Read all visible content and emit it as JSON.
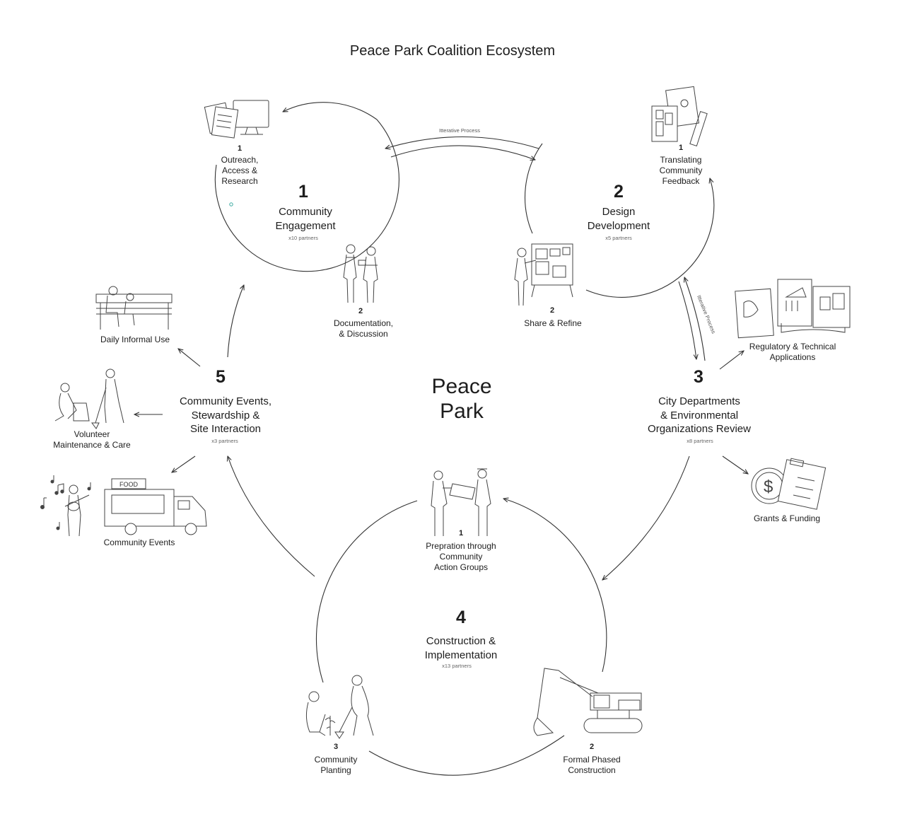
{
  "title": "Peace Park Coalition Ecosystem",
  "center_label": "Peace\nPark",
  "iterative_process_label": "Itterative Process",
  "stages": [
    {
      "number": "1",
      "name": "Community\nEngagement",
      "partners": "x10 partners"
    },
    {
      "number": "2",
      "name": "Design\nDevelopment",
      "partners": "x5 partners"
    },
    {
      "number": "3",
      "name": "City Departments\n& Environmental\nOrganizations Review",
      "partners": "x8 partners"
    },
    {
      "number": "4",
      "name": "Construction &\nImplementation",
      "partners": "x13 partners"
    },
    {
      "number": "5",
      "name": "Community Events,\nStewardship &\nSite Interaction",
      "partners": "x3 partners"
    }
  ],
  "substeps": {
    "s1_1": {
      "number": "1",
      "label": "Outreach,\nAccess &\nResearch"
    },
    "s1_2": {
      "number": "2",
      "label": "Documentation,\n& Discussion"
    },
    "s2_1": {
      "number": "1",
      "label": "Translating\nCommunity\nFeedback"
    },
    "s2_2": {
      "number": "2",
      "label": "Share & Refine"
    },
    "s4_1": {
      "number": "1",
      "label": "Prepration through\nCommunity\nAction Groups"
    },
    "s4_2": {
      "number": "2",
      "label": "Formal Phased\nConstruction"
    },
    "s4_3": {
      "number": "3",
      "label": "Community\nPlanting"
    }
  },
  "side_items": {
    "regulatory": "Regulatory & Technical\nApplications",
    "grants": "Grants & Funding",
    "informal": "Daily Informal Use",
    "volunteer": "Volunteer\nMaintenance & Care",
    "events": "Community Events"
  },
  "food_truck_sign": "FOOD",
  "colors": {
    "ink": "#1d1d1d",
    "line": "#333333",
    "muted": "#666666",
    "accent_dot": "#3aa9a0"
  }
}
